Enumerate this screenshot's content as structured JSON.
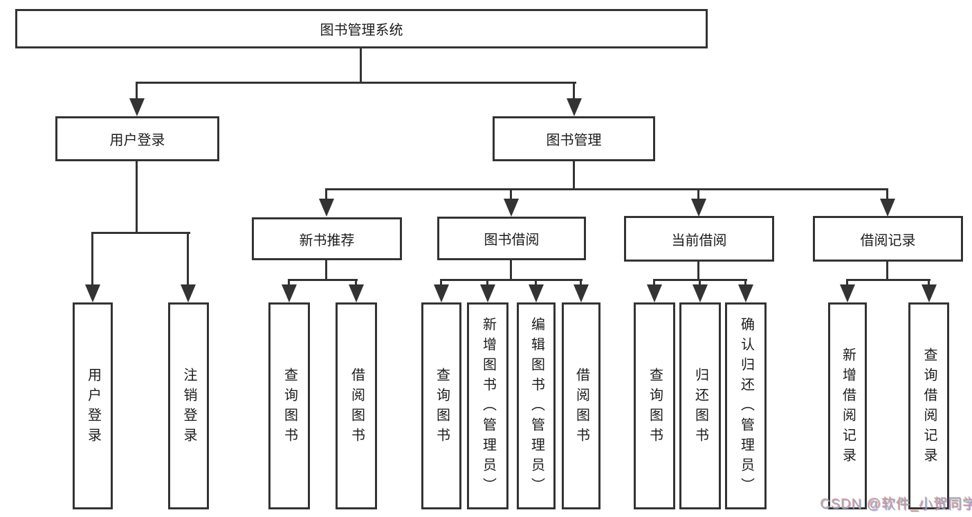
{
  "diagram": {
    "root": {
      "label": "图书管理系统"
    },
    "level2": [
      {
        "id": "user-login",
        "label": "用户登录"
      },
      {
        "id": "book-management",
        "label": "图书管理"
      }
    ],
    "level3": [
      {
        "id": "new-book-recommendation",
        "label": "新书推荐"
      },
      {
        "id": "book-borrowing",
        "label": "图书借阅"
      },
      {
        "id": "current-borrowing",
        "label": "当前借阅"
      },
      {
        "id": "borrowing-records",
        "label": "借阅记录"
      }
    ],
    "leaves": [
      {
        "id": "user-login-leaf",
        "label": "用户登录"
      },
      {
        "id": "logout",
        "label": "注销登录"
      },
      {
        "id": "query-books-recommend",
        "label": "查询图书"
      },
      {
        "id": "borrow-books-recommend",
        "label": "借阅图书"
      },
      {
        "id": "query-books-borrow",
        "label": "查询图书"
      },
      {
        "id": "add-books-admin",
        "label": "新增图书（管理员）"
      },
      {
        "id": "edit-books-admin",
        "label": "编辑图书（管理员）"
      },
      {
        "id": "borrow-books-borrow",
        "label": "借阅图书"
      },
      {
        "id": "query-books-current",
        "label": "查询图书"
      },
      {
        "id": "return-books",
        "label": "归还图书"
      },
      {
        "id": "confirm-return-admin",
        "label": "确认归还（管理员）"
      },
      {
        "id": "add-borrow-record",
        "label": "新增借阅记录"
      },
      {
        "id": "query-borrow-record",
        "label": "查询借阅记录"
      }
    ]
  },
  "watermark": {
    "text": "CSDN @软件_小贺同学"
  }
}
